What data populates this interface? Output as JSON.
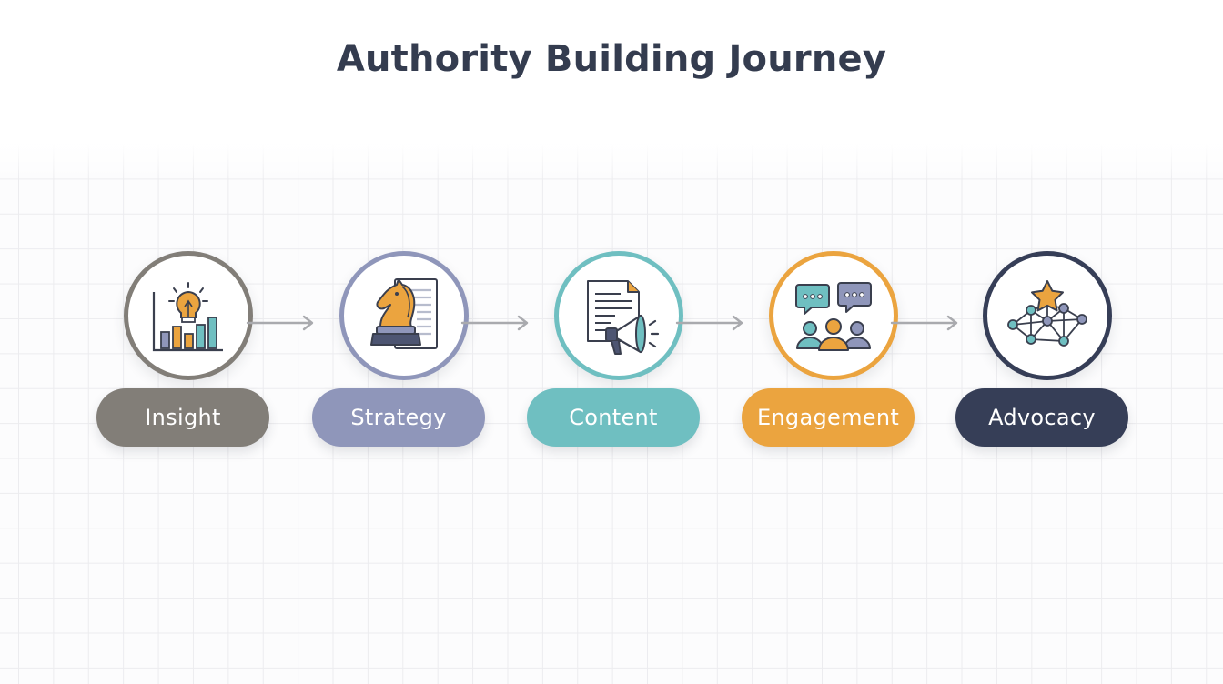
{
  "title": "Authority Building Journey",
  "steps": [
    {
      "label": "Insight",
      "icon": "lightbulb-chart-icon",
      "color": "#827e78"
    },
    {
      "label": "Strategy",
      "icon": "chess-knight-icon",
      "color": "#8f96ba"
    },
    {
      "label": "Content",
      "icon": "document-megaphone-icon",
      "color": "#6fbfc1"
    },
    {
      "label": "Engagement",
      "icon": "people-chat-icon",
      "color": "#eba43f"
    },
    {
      "label": "Advocacy",
      "icon": "star-network-icon",
      "color": "#363e57"
    }
  ]
}
